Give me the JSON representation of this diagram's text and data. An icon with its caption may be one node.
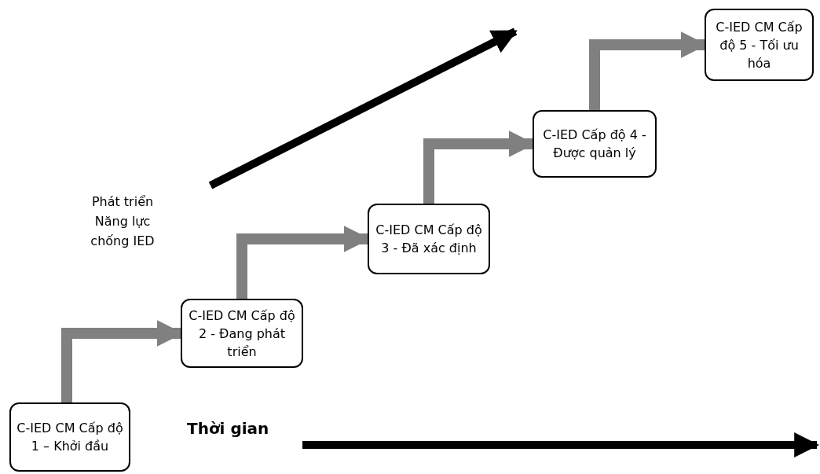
{
  "diagram": {
    "nodes": [
      {
        "text": [
          "C-IED CM Cấp độ 1 – Khởi đầu"
        ]
      },
      {
        "text": [
          "C-IED CM Cấp độ 2 - Đang phát triển"
        ]
      },
      {
        "text": [
          "C-IED CM Cấp độ 3 - Đã xác định"
        ]
      },
      {
        "text": [
          "C-IED Cấp độ 4 - Được quản lý"
        ]
      },
      {
        "text": [
          "C-IED CM Cấp độ 5 - Tối ưu hóa"
        ]
      }
    ],
    "edges": [
      {
        "from": 0,
        "to": 1,
        "arrow": "to"
      },
      {
        "from": 1,
        "to": 2,
        "arrow": "to"
      },
      {
        "from": 2,
        "to": 3,
        "arrow": "to"
      },
      {
        "from": 3,
        "to": 4,
        "arrow": "to"
      }
    ],
    "labels": [
      "Phát triển Năng lực chống IED",
      "Thời gian"
    ]
  }
}
